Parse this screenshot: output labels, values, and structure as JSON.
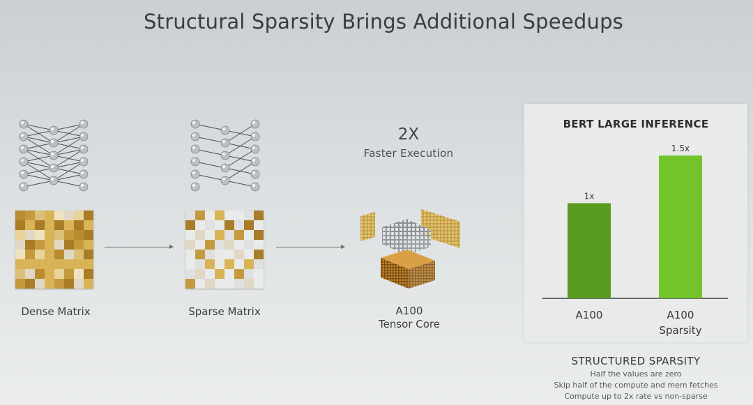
{
  "title": "Structural Sparsity Brings Additional Speedups",
  "dense": {
    "caption": "Dense Matrix"
  },
  "sparse": {
    "caption": "Sparse Matrix"
  },
  "tensor_core": {
    "speedup": "2X",
    "speedup_label": "Faster Execution",
    "caption_line1": "A100",
    "caption_line2": "Tensor Core"
  },
  "colors": {
    "bar_a100": "#5a9c21",
    "bar_sparsity": "#72c42a",
    "matrix_gold": "#c9a24a",
    "matrix_light": "#e6dfc9"
  },
  "chart_data": {
    "type": "bar",
    "title": "BERT LARGE INFERENCE",
    "categories": [
      "A100",
      "A100 Sparsity"
    ],
    "values": [
      1,
      1.5
    ],
    "value_labels": [
      "1x",
      "1.5x"
    ],
    "ylim": [
      0,
      1.75
    ],
    "grid": false,
    "legend": "none"
  },
  "footer": {
    "title": "STRUCTURED SPARSITY",
    "lines": [
      "Half the values are zero",
      "Skip half of the compute and mem fetches",
      "Compute up to 2x rate vs non-sparse"
    ]
  }
}
